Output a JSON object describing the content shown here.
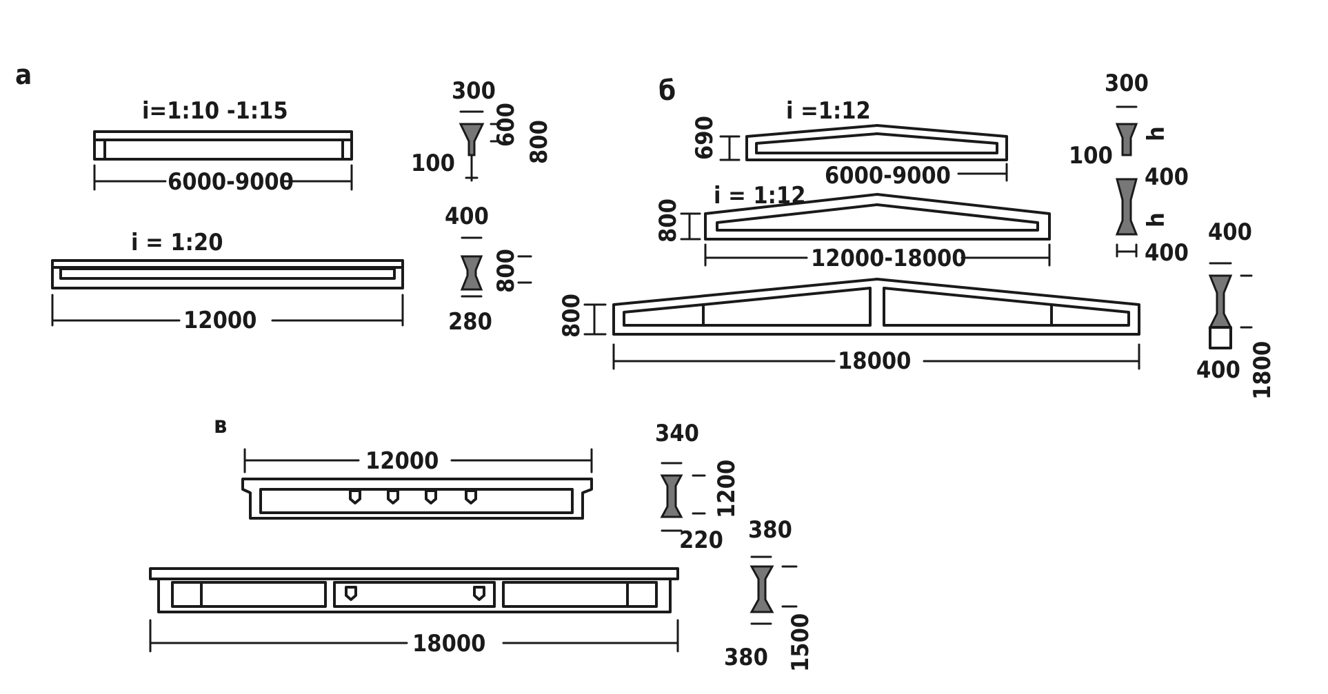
{
  "panels": {
    "a": {
      "label": "a",
      "beam1": {
        "slope": "i=1:10 -1:15",
        "span": "6000-9000"
      },
      "beam2": {
        "slope": "i = 1:20",
        "span": "12000"
      },
      "section1": {
        "top": "300",
        "web": "100",
        "d1": "600",
        "d2": "800"
      },
      "section2": {
        "top": "400",
        "h": "800",
        "bottom": "280"
      }
    },
    "b": {
      "label": "б",
      "beam1": {
        "slope": "i =1:12",
        "height": "690",
        "span": "6000-9000"
      },
      "beam2": {
        "slope": "i = 1:12",
        "height": "800",
        "span": "12000-18000"
      },
      "beam3": {
        "height": "800",
        "span": "18000"
      },
      "section1": {
        "top": "300",
        "web": "100",
        "h1": "h",
        "h2": "h",
        "w1": "400",
        "w2": "400"
      },
      "section2": {
        "top": "400",
        "bottom": "400",
        "h": "1800"
      }
    },
    "v": {
      "label": "в",
      "beam1": {
        "span": "12000"
      },
      "beam2": {
        "span": "18000"
      },
      "section1": {
        "top": "340",
        "h": "1200",
        "bottom": "220"
      },
      "section2": {
        "top": "380",
        "h": "1500",
        "bottom": "380"
      }
    }
  }
}
